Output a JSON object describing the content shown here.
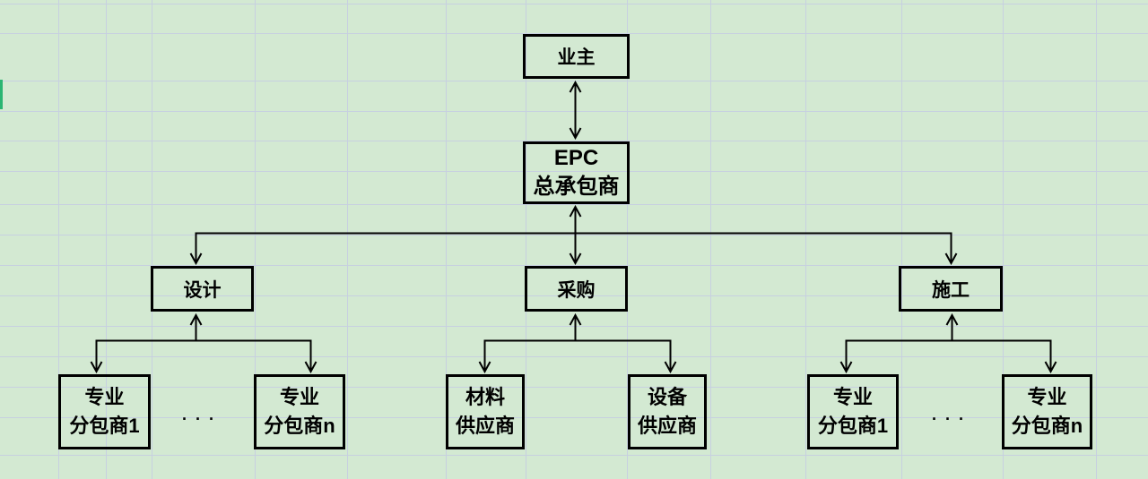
{
  "canvas": {
    "background_color": "#d3e9d2",
    "grid_color": "#c7d0e0",
    "accent_bar_color": "#2ab573",
    "shape_line_color": "#000000"
  },
  "diagram": {
    "nodes": {
      "owner": {
        "label": "业主"
      },
      "epc": {
        "label": "EPC\n总承包商"
      },
      "design": {
        "label": "设计"
      },
      "procurement": {
        "label": "采购"
      },
      "construction": {
        "label": "施工"
      },
      "design_sub_first": {
        "label": "专业\n分包商1"
      },
      "design_ellipsis": {
        "label": "· · ·"
      },
      "design_sub_last": {
        "label": "专业\n分包商n"
      },
      "material_supplier": {
        "label": "材料\n供应商"
      },
      "equipment_supplier": {
        "label": "设备\n供应商"
      },
      "construction_sub_first": {
        "label": "专业\n分包商1"
      },
      "construction_ellipsis": {
        "label": "· · ·"
      },
      "construction_sub_last": {
        "label": "专业\n分包商n"
      }
    }
  }
}
